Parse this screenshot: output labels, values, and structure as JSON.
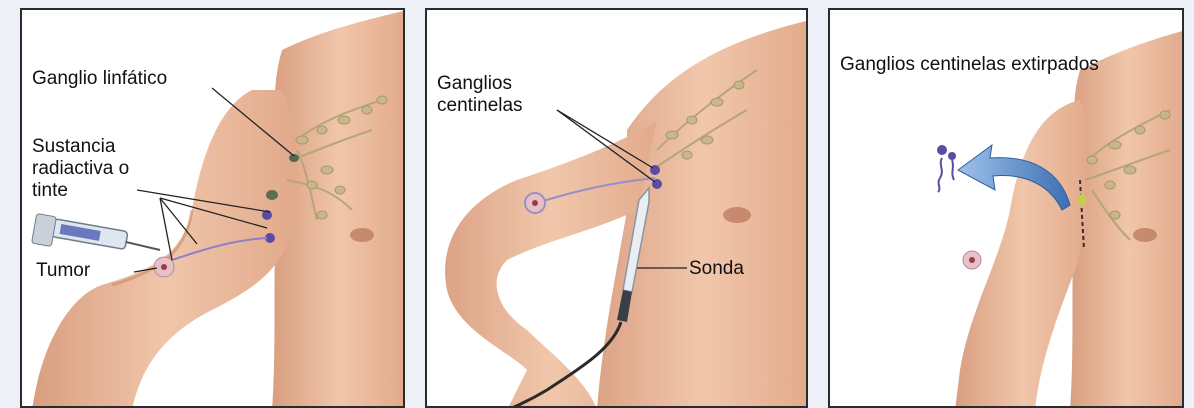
{
  "panels": [
    {
      "labels": {
        "ganglio": "Ganglio linfático",
        "sustancia": "Sustancia radiactiva o tinte",
        "tumor": "Tumor"
      }
    },
    {
      "labels": {
        "ganglios": "Ganglios centinelas",
        "sonda": "Sonda"
      }
    },
    {
      "labels": {
        "extirpados": "Ganglios centinelas extirpados"
      }
    }
  ],
  "colors": {
    "skin": "#e9b79a",
    "skin_shadow": "#cf9677",
    "node": "#c7b58a",
    "dye": "#5b4ba3",
    "arrow": "#4f86c6",
    "border": "#2b2b2b"
  }
}
